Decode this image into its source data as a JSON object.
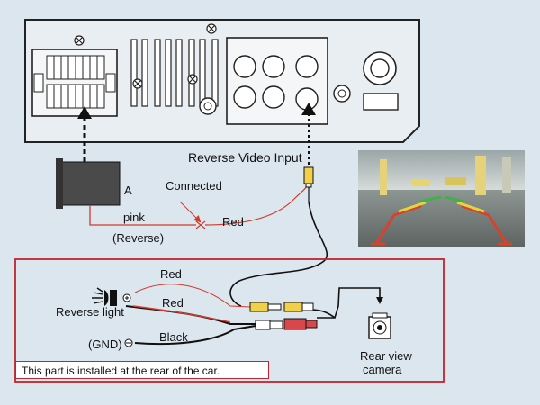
{
  "labels": {
    "reverse_video_input": "Reverse Video Input",
    "connected": "Connected",
    "pink": "pink",
    "reverse": "(Reverse)",
    "red_top": "Red",
    "module_letter": "A",
    "red_light": "Red",
    "red_wire": "Red",
    "black": "Black",
    "reverse_light": "Reverse light",
    "gnd": "(GND)",
    "rear_view_camera_line1": "Rear view",
    "rear_view_camera_line2": "camera",
    "note": "This part is installed at the rear of the car."
  },
  "colors": {
    "page_background": "#dce6ee",
    "red_border": "#c0242c",
    "wire_red": "#d23a2a",
    "wire_pink": "#e8a0a0",
    "rca_yellow": "#f1d04a",
    "rca_red": "#d8474a",
    "line_black": "#111111"
  },
  "icons": {
    "reverse_light": "lamp-icon",
    "camera": "rear-camera-icon",
    "plus": "plus-circle-icon",
    "minus": "minus-circle-icon",
    "screw": "screw-icon"
  }
}
